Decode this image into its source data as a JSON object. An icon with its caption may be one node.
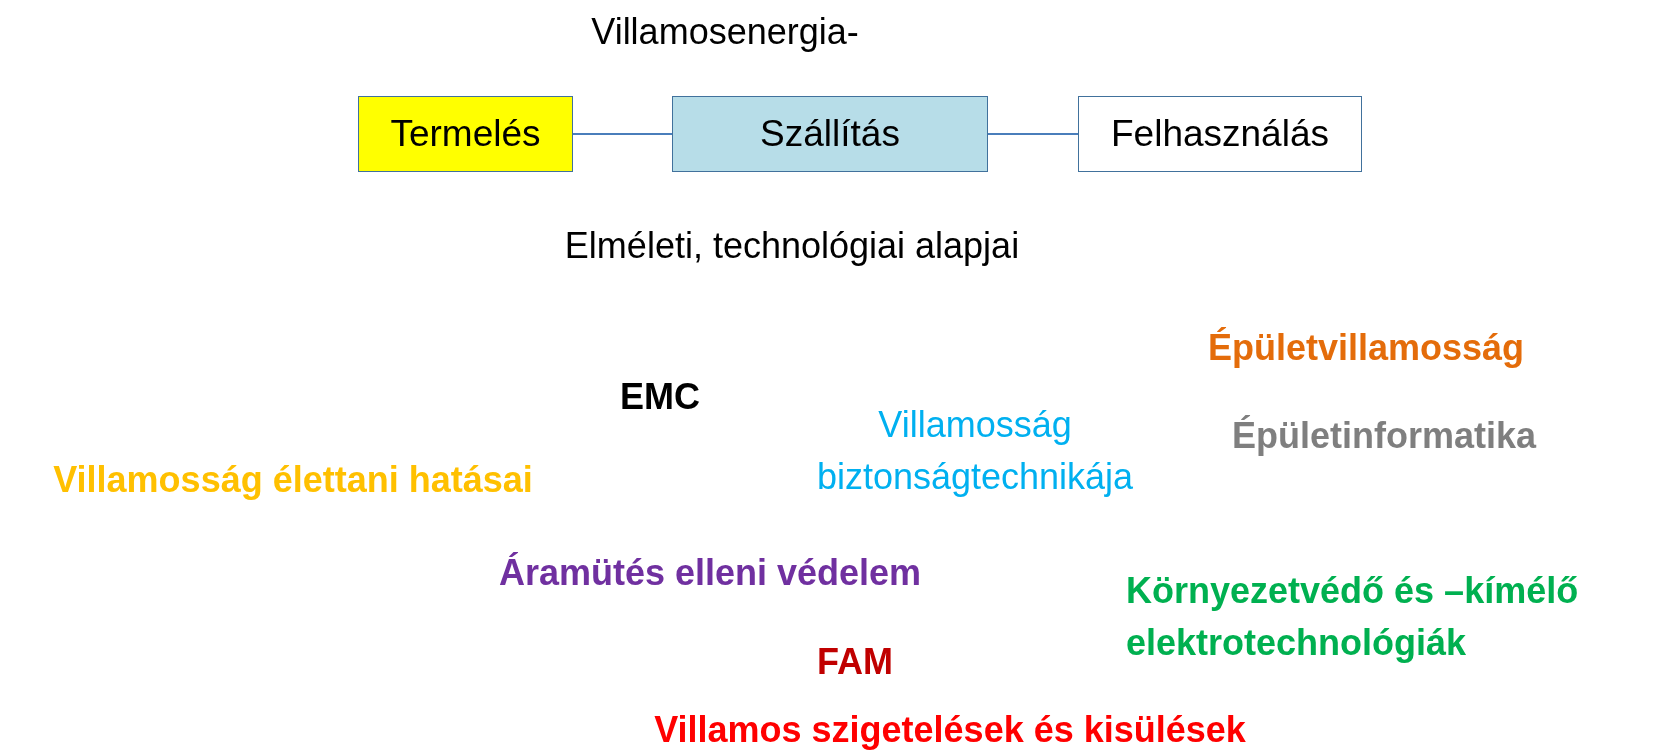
{
  "diagram": {
    "nodes": [
      {
        "text": [
          "Termelés"
        ]
      },
      {
        "text": [
          "Szállítás"
        ]
      },
      {
        "text": [
          "Felhasználás"
        ]
      }
    ],
    "edges": [
      {
        "from": 0,
        "to": 1,
        "arrow": "none"
      },
      {
        "from": 1,
        "to": 2,
        "arrow": "none"
      }
    ],
    "labels": [
      "Villamosenergia-",
      "Elméleti, technológiai alapjai",
      "Épületvillamosság",
      "EMC",
      "Villamosság biztonságtechnikája",
      "Épületinformatika",
      "Villamosság élettani hatásai",
      "Áramütés elleni védelem",
      "Környezetvédő és –kímélő elektrotechnológiák",
      "FAM",
      "Villamos szigetelések és kisülések"
    ]
  }
}
